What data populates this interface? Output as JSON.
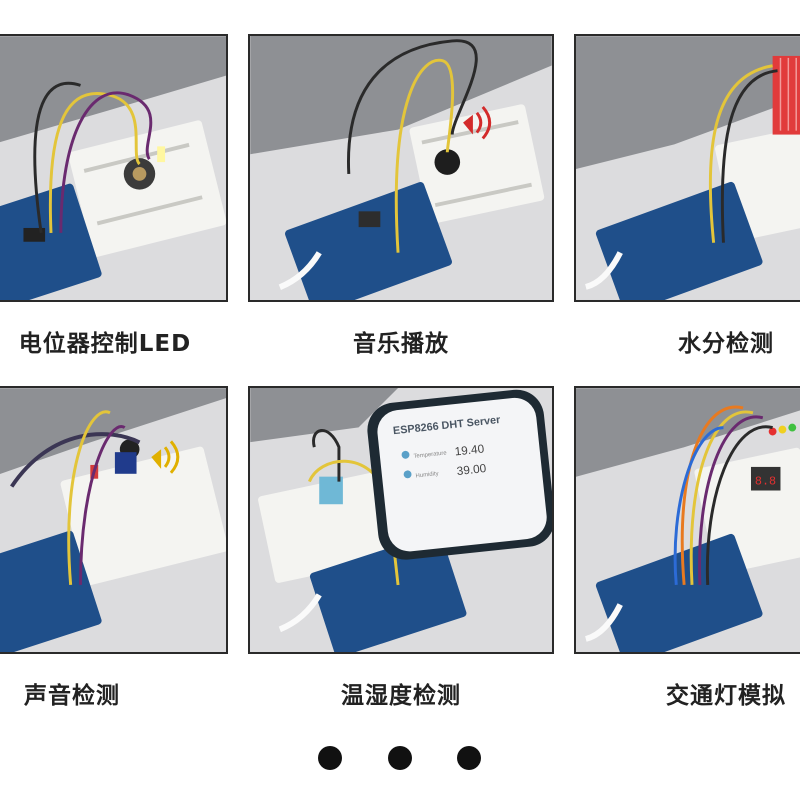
{
  "captions": {
    "tile1": "电位器控制LED",
    "tile2": "音乐播放",
    "tile3": "水分检测",
    "tile4": "声音检测",
    "tile5": "温湿度检测",
    "tile6": "交通灯模拟"
  },
  "phone": {
    "title": "ESP8266 DHT Server",
    "temperature_label": "Temperature",
    "temperature_value": "19.40",
    "humidity_label": "Humidity",
    "humidity_value": "39.00"
  },
  "carousel": {
    "dots": 3
  },
  "colors": {
    "board": "#1f4f8a",
    "breadboard": "#f3f3f0",
    "laptop": "#8a8c90",
    "tile_border": "#2a2a2a"
  }
}
